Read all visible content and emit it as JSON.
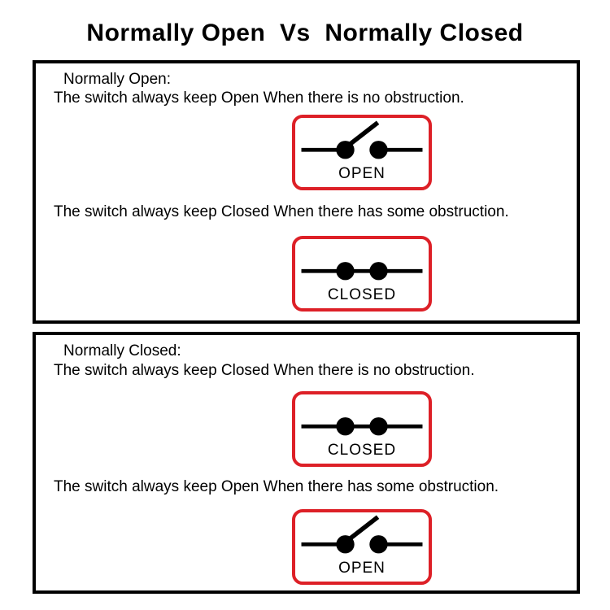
{
  "page": {
    "title": "Normally Open  Vs  Normally Closed"
  },
  "colors": {
    "accent_red": "#dd2027",
    "ink": "#000000",
    "background": "#ffffff"
  },
  "sections": [
    {
      "heading": "Normally Open:",
      "lines": [
        "The switch always keep Open When there is no obstruction.",
        "The switch always keep Closed When there has some obstruction."
      ],
      "figures": [
        {
          "state": "open",
          "label": "OPEN"
        },
        {
          "state": "closed",
          "label": "CLOSED"
        }
      ]
    },
    {
      "heading": "Normally Closed:",
      "lines": [
        "The switch always keep Closed When there is no obstruction.",
        "The switch always keep Open When there has some obstruction."
      ],
      "figures": [
        {
          "state": "closed",
          "label": "CLOSED"
        },
        {
          "state": "open",
          "label": "OPEN"
        }
      ]
    }
  ]
}
